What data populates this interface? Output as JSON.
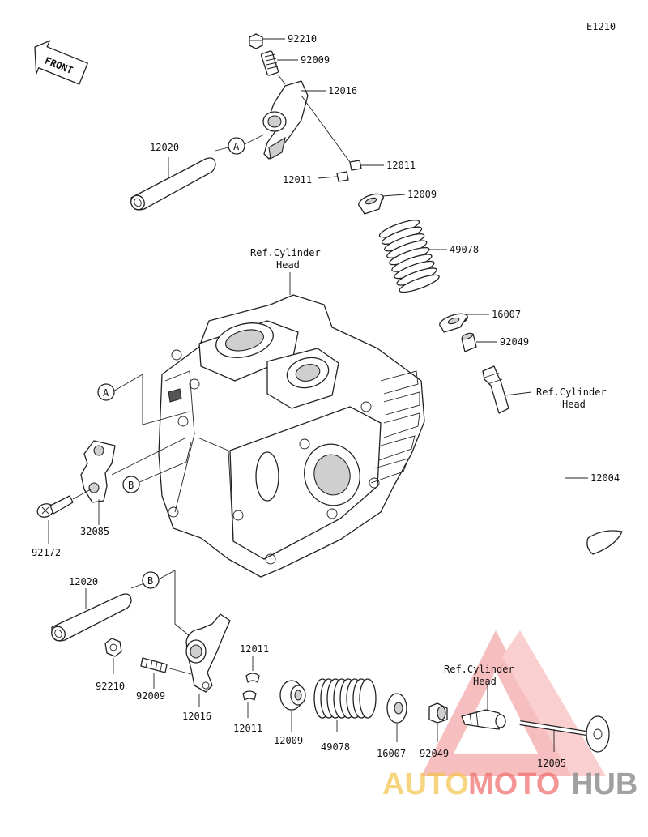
{
  "diagram_code": "E1210",
  "front_label": "FRONT",
  "callouts": {
    "a_upper": "A",
    "b_mid": "B",
    "a_head": "A",
    "b_lower": "B"
  },
  "parts": {
    "p92210_top": "92210",
    "p92009_top": "92009",
    "p12016_top": "12016",
    "p12020_top": "12020",
    "p12011_top_right": "12011",
    "p12011_top_left": "12011",
    "p12009_top": "12009",
    "p49078_top": "49078",
    "ref_cyl_head_top_1": "Ref.Cylinder",
    "ref_cyl_head_top_2": "Head",
    "p16007_top": "16007",
    "p92049_top": "92049",
    "ref_cyl_head_guide_1": "Ref.Cylinder",
    "ref_cyl_head_guide_2": "Head",
    "p12004": "12004",
    "p32085": "32085",
    "p92172": "92172",
    "p12020_bottom": "12020",
    "p92210_bottom": "92210",
    "p92009_bottom": "92009",
    "p12016_bottom": "12016",
    "p12011_bottom_upper": "12011",
    "p12011_bottom_lower": "12011",
    "p12009_bottom": "12009",
    "p49078_bottom": "49078",
    "p16007_bottom": "16007",
    "p92049_bottom": "92049",
    "ref_cyl_head_bottom_1": "Ref.Cylinder",
    "ref_cyl_head_bottom_2": "Head",
    "p12005": "12005"
  },
  "watermark": {
    "part1": "AUTO",
    "part2": "MOTO",
    "part3": "HUB",
    "color_auto": "#f3c24a",
    "color_moto": "#ef6a6a",
    "color_hub": "#9a9a9a"
  }
}
